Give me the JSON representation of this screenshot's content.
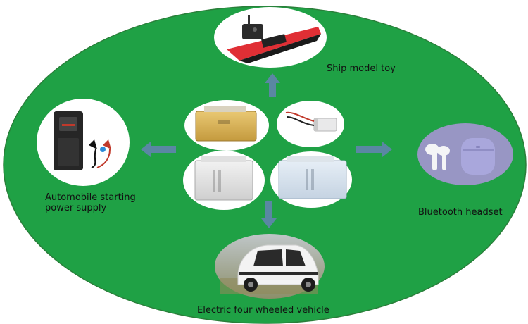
{
  "colors": {
    "background": "#ffffff",
    "ellipse": "#1fa145",
    "ellipse_stroke": "#2a7f3a",
    "bubble": "#ffffff",
    "arrow": "#5a87a3",
    "headset_bg": "#9896c4"
  },
  "applications": {
    "top": {
      "label": "Ship model toy",
      "icon": "rc-boat-with-controller"
    },
    "left": {
      "label_line1": "Automobile starting",
      "label_line2": "power supply",
      "icon": "jump-starter-pack"
    },
    "right": {
      "label": "Bluetooth headset",
      "icon": "wireless-earbuds"
    },
    "bottom": {
      "label": "Electric four wheeled vehicle",
      "icon": "small-electric-car"
    }
  },
  "center": {
    "batteries": [
      {
        "icon": "pouch-battery-gold"
      },
      {
        "icon": "small-lipo-battery-with-wires"
      },
      {
        "icon": "pouch-battery-silver"
      },
      {
        "icon": "pouch-battery-blue"
      }
    ]
  }
}
